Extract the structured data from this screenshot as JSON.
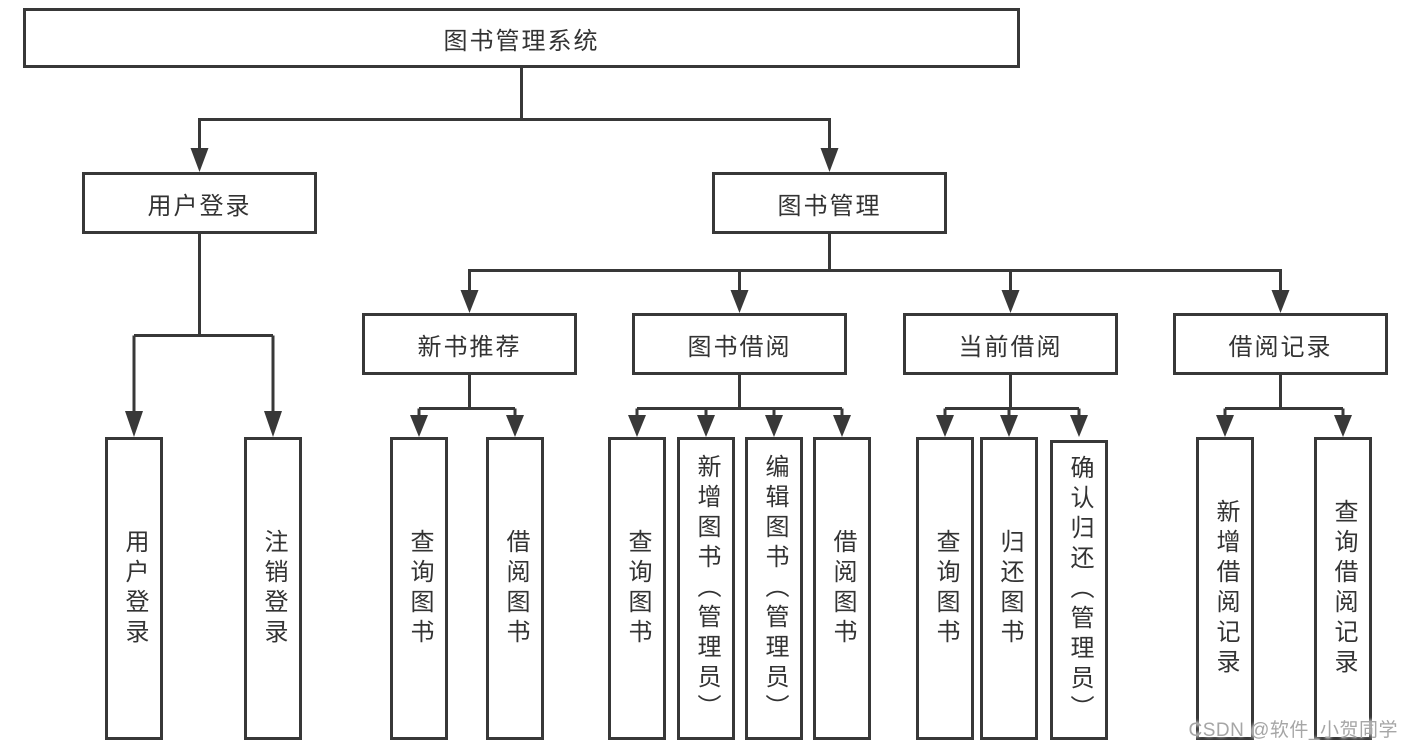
{
  "diagram": {
    "root": {
      "label": "图书管理系统"
    },
    "branches": [
      {
        "label": "用户登录",
        "children": [
          {
            "label": "用户登录"
          },
          {
            "label": "注销登录"
          }
        ]
      },
      {
        "label": "图书管理",
        "children": [
          {
            "label": "新书推荐",
            "children": [
              {
                "label": "查询图书"
              },
              {
                "label": "借阅图书"
              }
            ]
          },
          {
            "label": "图书借阅",
            "children": [
              {
                "label": "查询图书"
              },
              {
                "label": "新增图书（管理员）"
              },
              {
                "label": "编辑图书（管理员）"
              },
              {
                "label": "借阅图书"
              }
            ]
          },
          {
            "label": "当前借阅",
            "children": [
              {
                "label": "查询图书"
              },
              {
                "label": "归还图书"
              },
              {
                "label": "确认归还（管理员）"
              }
            ]
          },
          {
            "label": "借阅记录",
            "children": [
              {
                "label": "新增借阅记录"
              },
              {
                "label": "查询借阅记录"
              }
            ]
          }
        ]
      }
    ],
    "watermark": "CSDN @软件_小贺同学",
    "colors": {
      "line": "#383838",
      "box_border": "#383838",
      "box_fill": "#ffffff",
      "text": "#333333",
      "watermark": "#a6a6a6",
      "background": "#ffffff"
    }
  }
}
